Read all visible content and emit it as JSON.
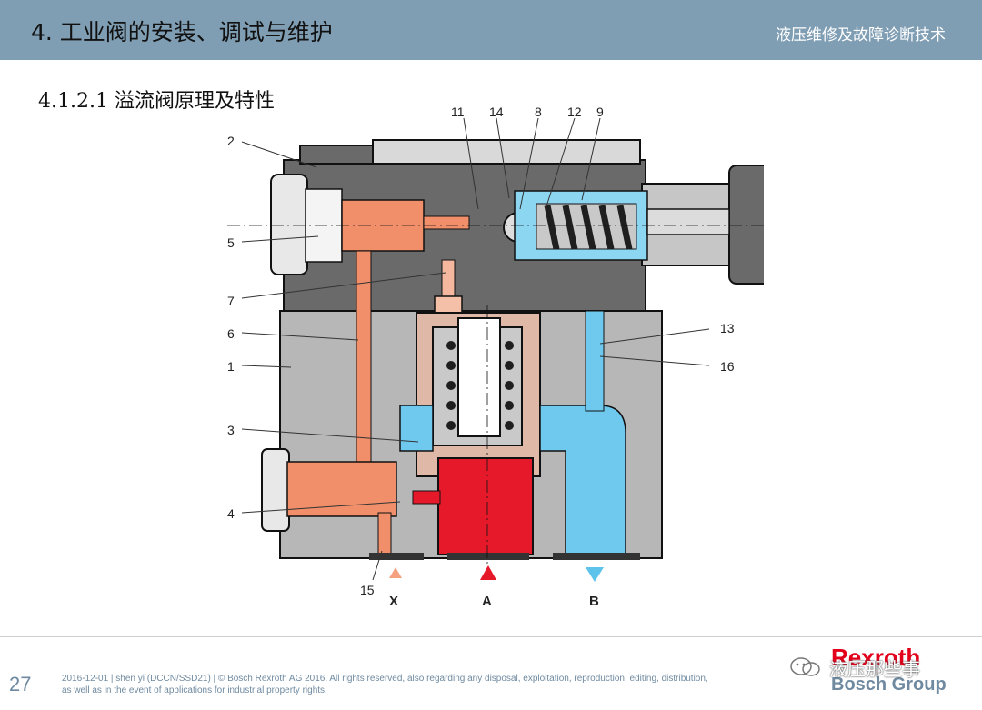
{
  "header": {
    "title": "4. 工业阀的安装、调试与维护",
    "subtitle": "液压维修及故障诊断技术"
  },
  "section": {
    "title": "4.1.2.1 溢流阀原理及特性"
  },
  "diagram": {
    "callouts": [
      "11",
      "14",
      "8",
      "12",
      "9",
      "2",
      "5",
      "7",
      "6",
      "1",
      "3",
      "4",
      "15",
      "13",
      "16"
    ],
    "ports": [
      "X",
      "A",
      "B"
    ],
    "colors": {
      "body_gray": "#b7b7b7",
      "dark_gray": "#6a6a6a",
      "pilot_orange": "#f08f6a",
      "pressure_red": "#e6192b",
      "tank_blue": "#6fc9ef",
      "spring_dark": "#1f1f1f",
      "port_arrow_x": "#f5a07f",
      "port_arrow_a": "#e6192b",
      "port_arrow_b": "#5ec3ea"
    }
  },
  "footer": {
    "page_number": "27",
    "line1": "2016-12-01 | shen yi (DCCN/SSD21) | © Bosch Rexroth AG 2016. All rights reserved, also regarding any disposal, exploitation, reproduction, editing, distribution,",
    "line2": "as well as in the event of applications for industrial property rights.",
    "brand": "Rexroth",
    "group": "Bosch Group",
    "watermark": "液压那些事",
    "wechat_icon": "wechat-icon"
  }
}
